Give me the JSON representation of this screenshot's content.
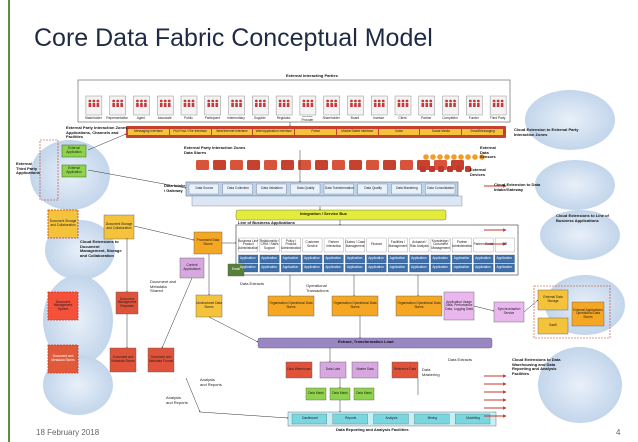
{
  "slide": {
    "title": "Core Data Fabric Conceptual Model",
    "date": "18 February 2018",
    "page": "4"
  },
  "diagram": {
    "external_parties_title": "External Interacting Parties",
    "party_labels": [
      "Stakeholder",
      "Representative",
      "Agent",
      "Associate",
      "Public",
      "Participant",
      "Intermediary",
      "Supplier",
      "Regulator",
      "Service Provider",
      "Shareholder",
      "Board",
      "Investor",
      "Client",
      "Partner",
      "Competitor",
      "Funder",
      "Third Party"
    ],
    "external_zones_label": "External Party Interaction Zones, Applications, Channels and Facilities",
    "channel_labels": [
      "Messaging Interface",
      "Pull Post / File Interface",
      "Web/Internet Interface",
      "Web/Application Interface",
      "Portal",
      "Mobile/Tablet Interface",
      "Voice",
      "Social Media",
      "Email/Messaging"
    ],
    "cloud_ext_party": "Cloud Extension to External Party Interaction Zones",
    "external_apps": "External Third Party Applications",
    "ext_app_boxes": [
      "External Application",
      "External Application"
    ],
    "external_interaction_zones": "External Party Interaction Zones Data Stores",
    "external_data_sensors": "External Data Sensors",
    "external_devices": "External Devices",
    "data_intake": "Data Intake / Gateway",
    "intake_boxes": [
      "Data Source",
      "Data Collection",
      "Data Validation",
      "Data Quality",
      "Data Transformation",
      "Data Quality",
      "Data Mastering",
      "Data Consolidation"
    ],
    "cloud_intake": "Cloud Extension to Data Intake/Gateway",
    "integration_bus": "Integration / Service Bus",
    "line_of_business": "Line of Business Applications",
    "cloud_lob": "Cloud Extensions to Line of Business Applications",
    "lob_headers": [
      "Business Line Product Administration",
      "Relationship / CRM / Sales Support",
      "Policy / Product Administration",
      "Customer Service",
      "Partner Interaction",
      "Claims / Case Management",
      "Finance",
      "Facilities / Management",
      "Actuarial / Risk Analysis",
      "Knowledge / Document Management",
      "Partner Administration",
      "Partner Portal",
      "HR"
    ],
    "lob_cell": "Application",
    "doc_storage": "Document Storage and Collaboration",
    "doc_storage_2": "Document Storage and Collaboration",
    "cloud_doc": "Cloud Extensions to Document Management, Storage and Collaboration",
    "doc_mgmt": "Document Management System",
    "doc_mgmt_req": "Document Management Requests",
    "doc_metadata": "Document and Metadata Stores",
    "doc_metadata_2": "Document and Metadata Stores",
    "doc_metadata_3": "Document and Metadata Stores",
    "doc_and_metadata_form": "Document and Metadata Format",
    "content_apps": "Content Applications",
    "email": "Email",
    "processed_data": "Processed Data Stores",
    "unstructured": "Unstructured Data Stores",
    "doc_shared": "Document and Metadata Shared",
    "data_extracts": "Data Extracts",
    "operational_transactions": "Operational Transactions",
    "ops_stores": [
      "Organisation Operational Data Stores",
      "Organisation Operational Data Stores",
      "Organisation Operational Data Stores"
    ],
    "app_usage": "Application Usage Data, Performance Data, Logging Data",
    "synchronisation": "Synchronisation Service",
    "external_storage": "External Data Storage",
    "saas": "SaaS",
    "ext_apps_cloud": "External Applications Operational Data Stores",
    "etl": "Extract, Transformation Load",
    "data_warehouse": "Data Warehouse",
    "data_lake": "Data Lake",
    "master_data": "Master Data",
    "reference_data": "Reference Data",
    "data_mastering": "Data Mastering",
    "data_extracts_2": "Data Extracts",
    "data_marts": [
      "Data Marts",
      "Data Marts",
      "Data Marts"
    ],
    "analysis_reports": "Analysis and Reports",
    "analysis_reports_2": "Analysis and Reports",
    "reporting_boxes": [
      "Dashboard",
      "Reports",
      "Analysis",
      "Mining",
      "Modelling"
    ],
    "reporting_title": "Data Reporting and Analysis Facilities",
    "cloud_reporting": "Cloud Extensions to Data Warehousing and Data Reporting and Analysis Facilities"
  },
  "colors": {
    "accent_green": "#5b8f3a",
    "title_text": "#1f2a44",
    "bus_purple": "#8a6fb0",
    "etl_purple": "#9a86c2",
    "integration_yellow": "#e3ec3a",
    "ext_party_red": "#c73a3a",
    "channel_orange": "#f5c23c",
    "device_red": "#d9533a",
    "store_blue": "#bcd3ee",
    "cloud_blue": "#c9dcf0",
    "line_red": "#c0392b"
  }
}
